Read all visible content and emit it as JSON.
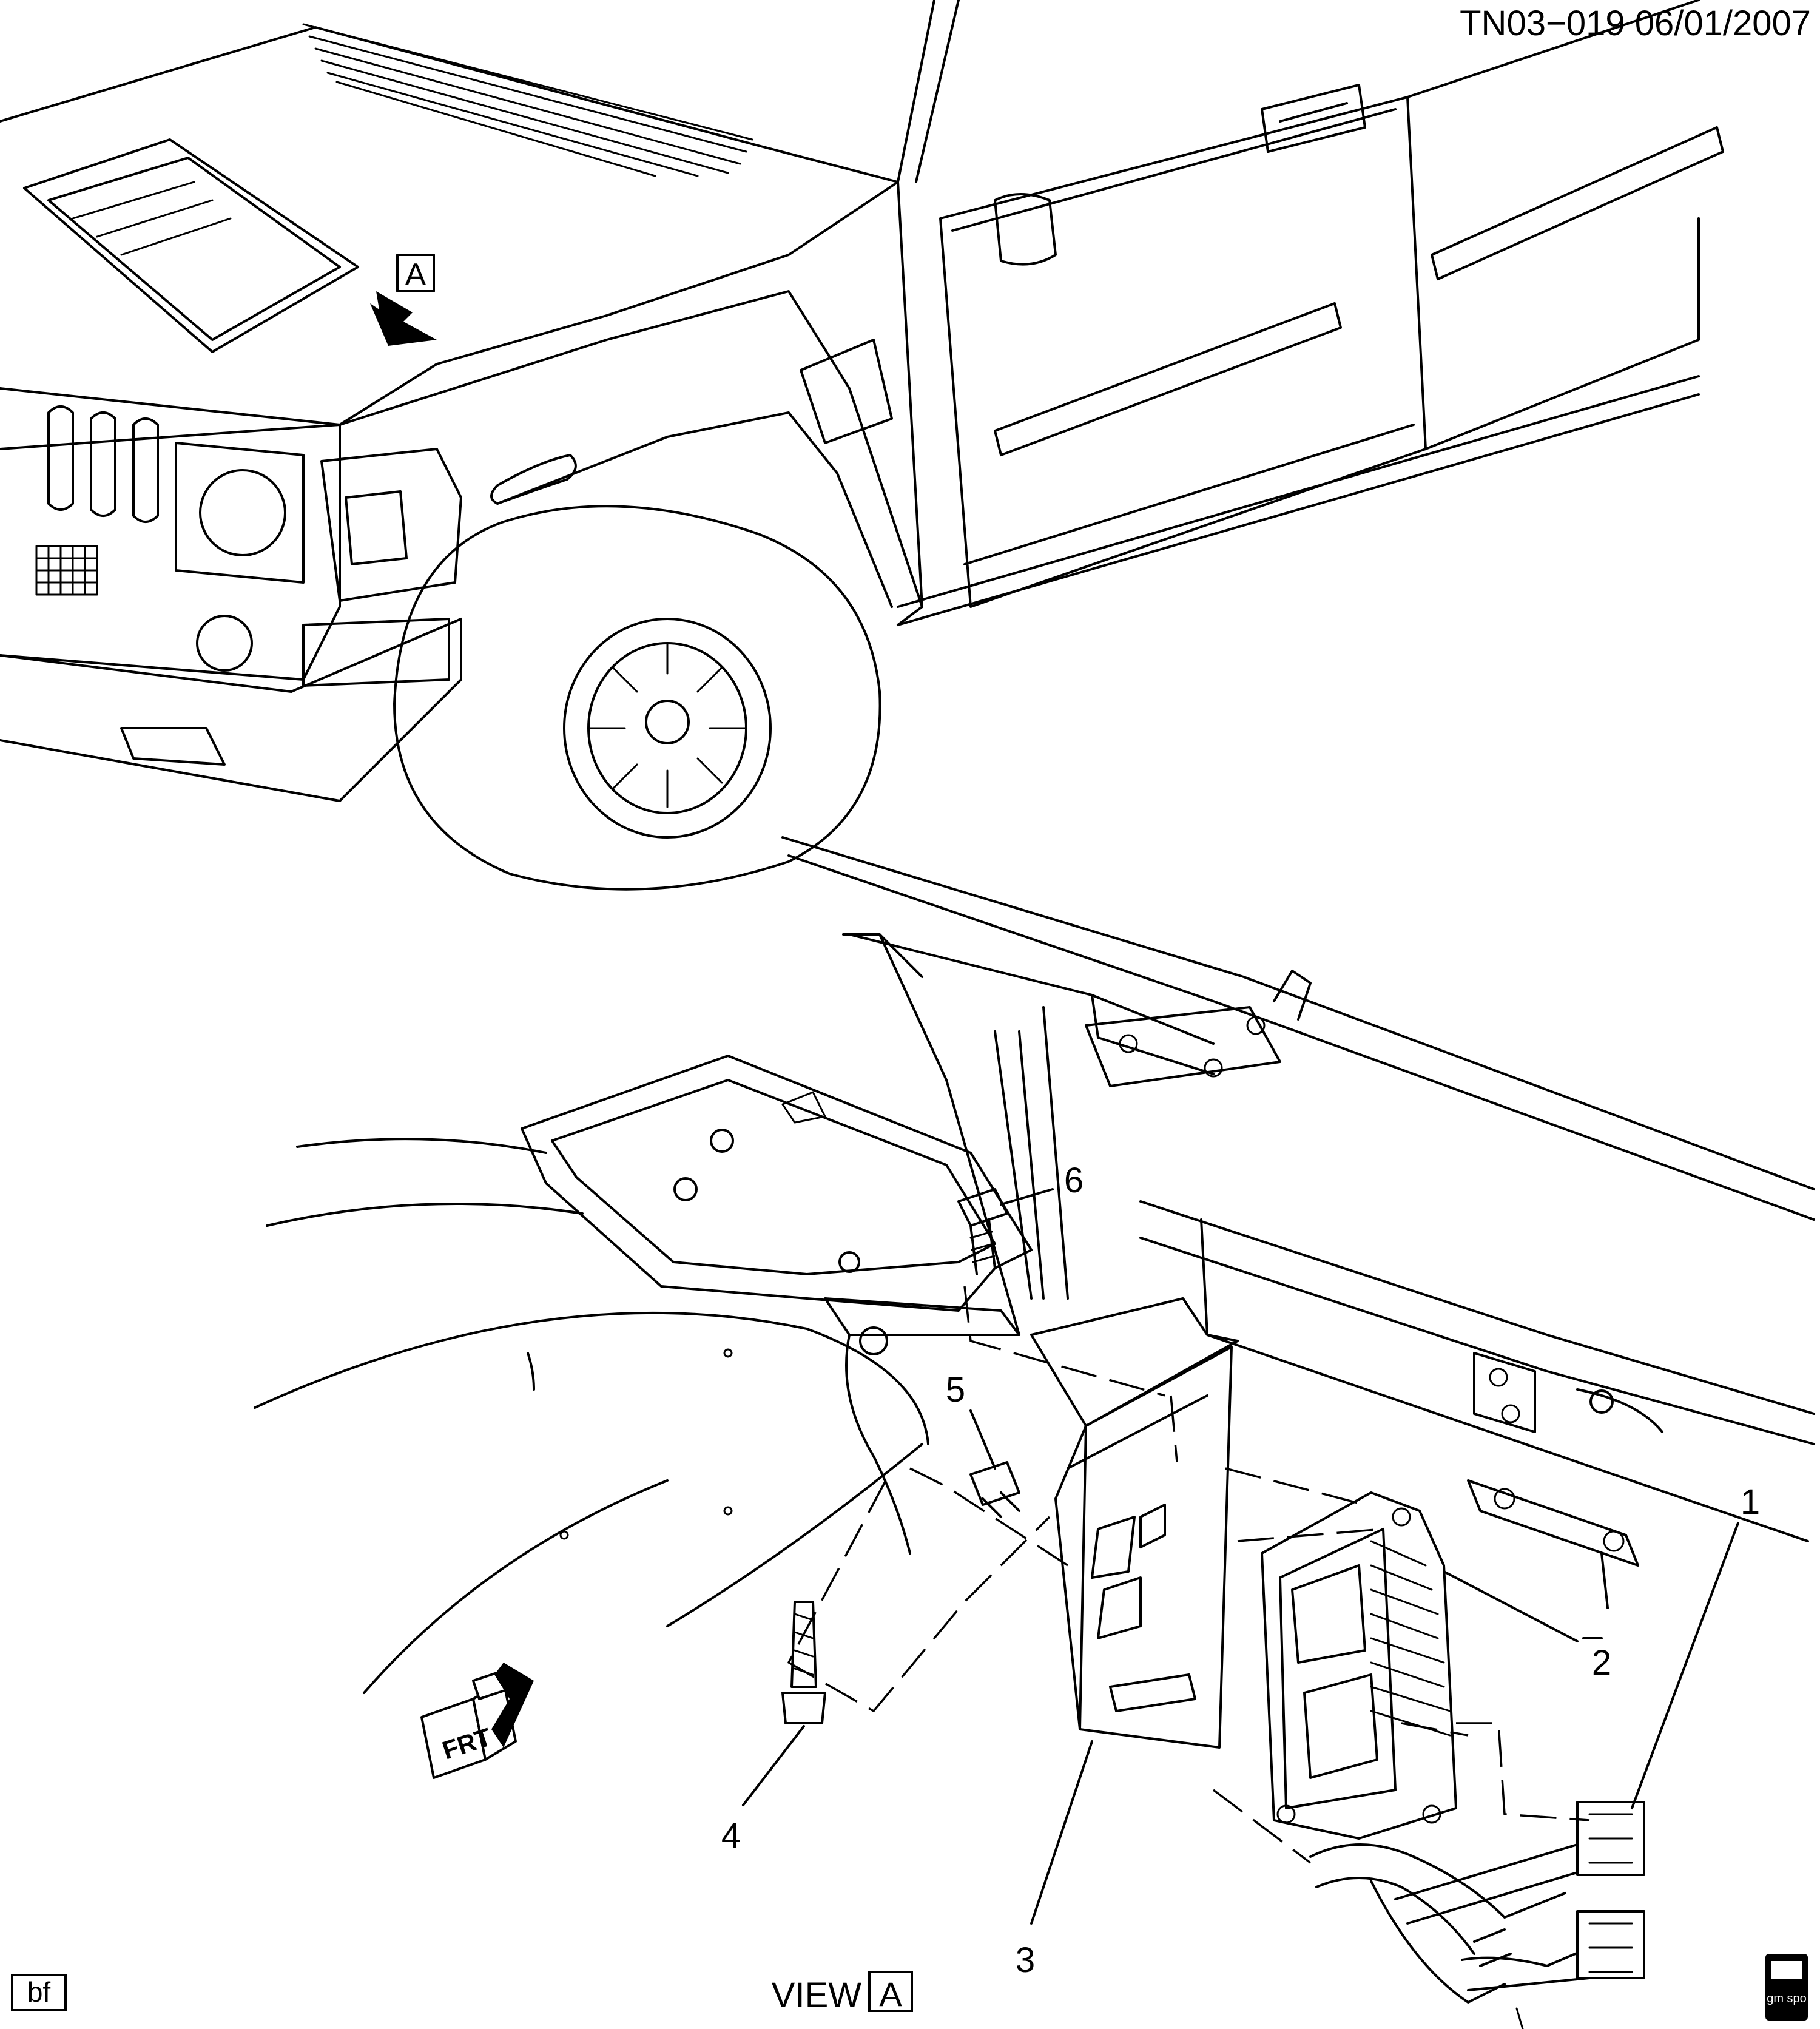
{
  "header": {
    "code": "TN03−019  06/01/2007"
  },
  "view_marker": {
    "letter": "A"
  },
  "callouts": [
    {
      "id": "c1",
      "label": "1"
    },
    {
      "id": "c2",
      "label": "2"
    },
    {
      "id": "c3",
      "label": "3"
    },
    {
      "id": "c4",
      "label": "4"
    },
    {
      "id": "c5",
      "label": "5"
    },
    {
      "id": "c6",
      "label": "6"
    }
  ],
  "direction_tag": {
    "label": "FRT"
  },
  "footer": {
    "left_tag": "bf",
    "view_label": "VIEW",
    "view_letter": "A",
    "logo_text": "gm spo"
  },
  "colors": {
    "line": "#000000",
    "background": "#ffffff"
  }
}
